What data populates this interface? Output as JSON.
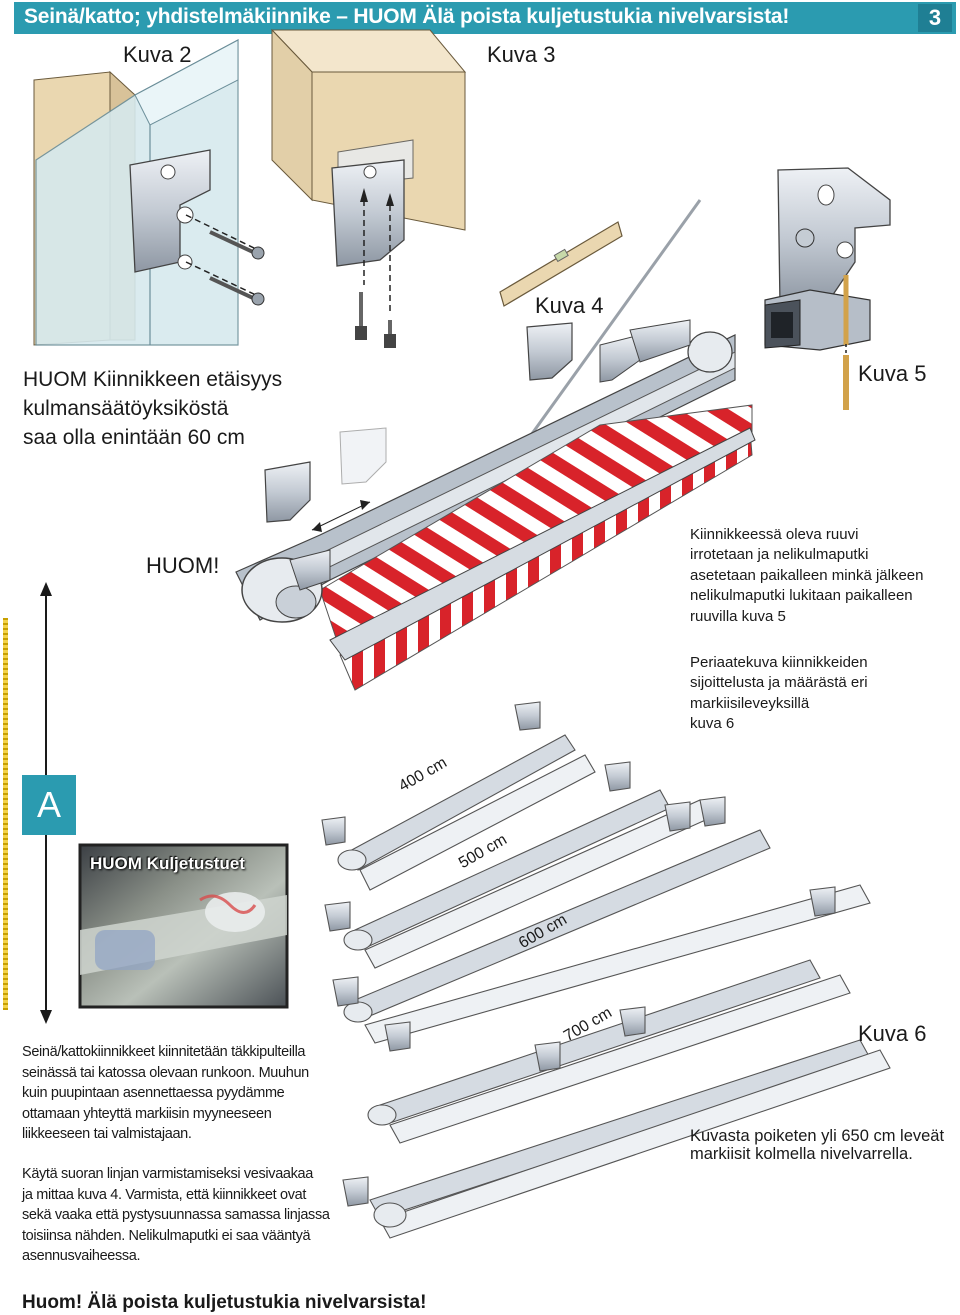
{
  "header": {
    "title": "Seinä/katto; yhdistelmäkiinnike – HUOM Älä poista kuljetustukia nivelvarsista!",
    "page_number": "3",
    "bar_color": "#2b9bb0"
  },
  "figure_labels": {
    "kuva2": "Kuva 2",
    "kuva3": "Kuva 3",
    "kuva4": "Kuva 4",
    "kuva5": "Kuva 5",
    "kuva6": "Kuva 6"
  },
  "distance_note": [
    "HUOM Kiinnikkeen etäisyys",
    "kulmansäätöyksiköstä",
    "saa olla enintään 60 cm"
  ],
  "huom": "HUOM!",
  "screw_note": [
    "Kiinnikkeessä oleva ruuvi",
    "irrotetaan ja nelikulmaputki",
    "asetetaan paikalleen minkä jälkeen",
    "nelikulmaputki lukitaan paikalleen",
    "ruuvilla kuva 5"
  ],
  "principle_note": [
    "Periaatekuva kiinnikkeiden",
    "sijoittelusta ja määrästä eri",
    "markiisileveyksillä",
    "kuva 6"
  ],
  "a_label": "A",
  "transport_photo_label": "HUOM Kuljetustuet",
  "dimensions": [
    "400 cm",
    "500 cm",
    "600 cm",
    "700 cm"
  ],
  "mount_text": [
    "Seinä/kattokiinnikkeet kiinnitetään täkkipulteilla",
    "seinässä tai katossa olevaan runkoon. Muuhun",
    "kuin puupintaan asennettaessa pyydämme",
    "ottamaan yhteyttä markiisin myyneeseen",
    "liikkeeseen tai valmistajaan."
  ],
  "level_text": [
    "Käytä suoran linjan varmistamiseksi vesivaakaa",
    "ja mittaa kuva 4. Varmista, että kiinnikkeet ovat",
    "sekä vaaka että pystysuunnassa samassa linjassa",
    "toisiinsa nähden. Nelikulmaputki ei saa vääntyä",
    "asennusvaiheessa."
  ],
  "kuva6_caption": [
    "Kuvasta poiketen yli 650 cm leveät",
    "markiisit kolmella nivelvarrella."
  ],
  "footer": "Huom! Älä poista kuljetustukia nivelvarsista!",
  "colors": {
    "stripe_red": "#d8232a",
    "metal": "#c9cfd8",
    "wood": "#ead7b0"
  }
}
